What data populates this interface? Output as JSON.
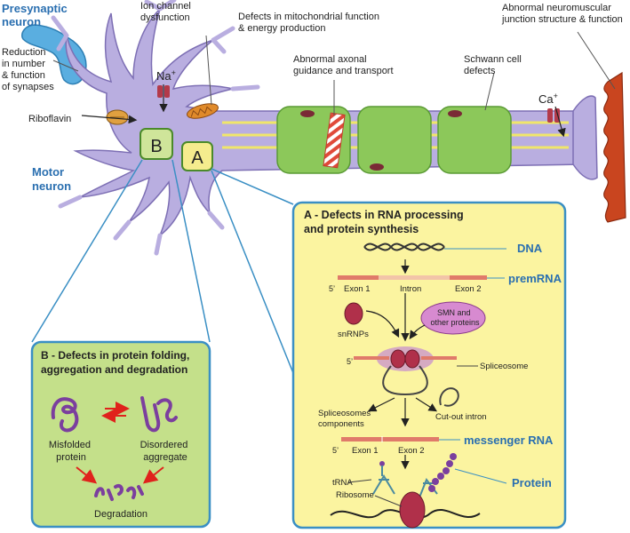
{
  "labels": {
    "presynaptic": [
      "Presynaptic",
      "neuron"
    ],
    "reduction": [
      "Reduction",
      "in number",
      "& function",
      "of synapses"
    ],
    "ion_channel": [
      "Ion channel",
      "dysfunction"
    ],
    "na": "Na",
    "na_sup": "+",
    "mito": [
      "Defects in mitochondrial function",
      "& energy production"
    ],
    "axonal": [
      "Abnormal axonal",
      "guidance and transport"
    ],
    "schwann": [
      "Schwann cell",
      "defects"
    ],
    "nmj": [
      "Abnormal neuromuscular",
      "junction structure & function"
    ],
    "ca": "Ca",
    "ca_sup": "+",
    "riboflavin": "Riboflavin",
    "motor": [
      "Motor",
      "neuron"
    ],
    "badge_a": "A",
    "badge_b": "B"
  },
  "panel_a": {
    "title": [
      "A - Defects in RNA processing",
      "and protein synthesis"
    ],
    "dna": "DNA",
    "premrna": "premRNA",
    "five_prime": "5’",
    "exon1": "Exon 1",
    "intron": "Intron",
    "exon2": "Exon 2",
    "snrnps": "snRNPs",
    "smn": [
      "SMN and",
      "other proteins"
    ],
    "spliceosome": "Spliceosome",
    "components": [
      "Spliceosomes",
      "components"
    ],
    "cutout": "Cut-out intron",
    "mrna": "messenger RNA",
    "trna": "tRNA",
    "ribosome": "Ribosome",
    "protein": "Protein"
  },
  "panel_b": {
    "title": [
      "B - Defects in protein folding,",
      "aggregation and degradation"
    ],
    "misfolded": [
      "Misfolded",
      "protein"
    ],
    "disordered": [
      "Disordered",
      "aggregate"
    ],
    "degradation": "Degradation"
  },
  "colors": {
    "neuron": "#b9aee0",
    "neuron_stroke": "#7d6fb4",
    "schwann": "#8cc85a",
    "panel_a_fill": "#fbf4a0",
    "panel_a_stroke": "#3a8fc4",
    "panel_b_fill": "#c4e08a",
    "panel_b_stroke": "#3a8fc4",
    "muscle": "#c9451f",
    "protein_purple": "#7b3f9e",
    "arrow_red": "#e0221c"
  }
}
